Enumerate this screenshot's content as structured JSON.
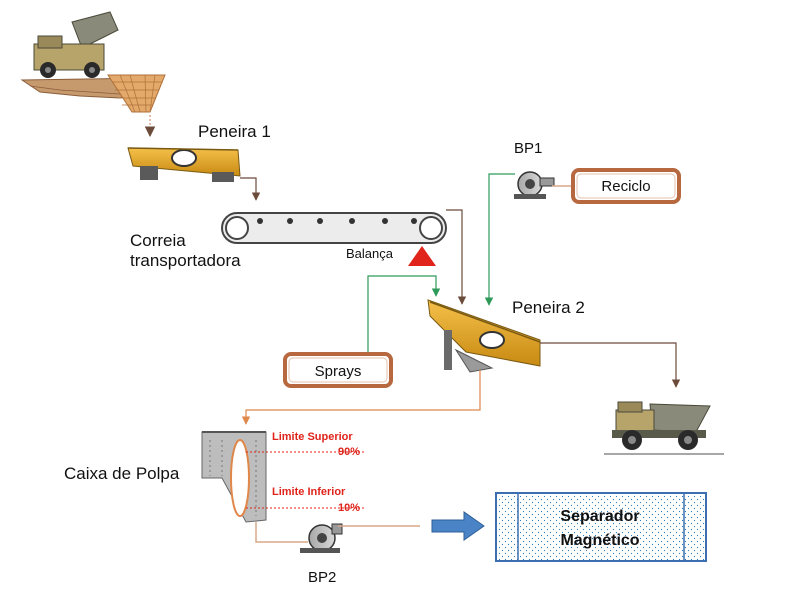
{
  "labels": {
    "peneira1": "Peneira 1",
    "correia_line1": "Correia",
    "correia_line2": "transportadora",
    "balanca": "Balança",
    "bp1": "BP1",
    "reciclo": "Reciclo",
    "peneira2": "Peneira 2",
    "sprays": "Sprays",
    "caixa_de_polpa": "Caixa de Polpa",
    "limite_superior": "Limite Superior",
    "limite_superior_pct": "90%",
    "limite_inferior": "Limite Inferior",
    "limite_inferior_pct": "10%",
    "bp2": "BP2",
    "separador_line1": "Separador",
    "separador_line2": "Magnético"
  },
  "colors": {
    "flow_line": "#d8a98a",
    "flow_arrow": "#6b4b3a",
    "water_line": "#2e9a5a",
    "box_border": "#b8683e",
    "limit_red": "#e0231b",
    "separator_blue": "#3b6fb0",
    "arrow_blue": "#4a84c6",
    "screen_yellow": "#e6a21e",
    "balance_red": "#e0231b"
  }
}
